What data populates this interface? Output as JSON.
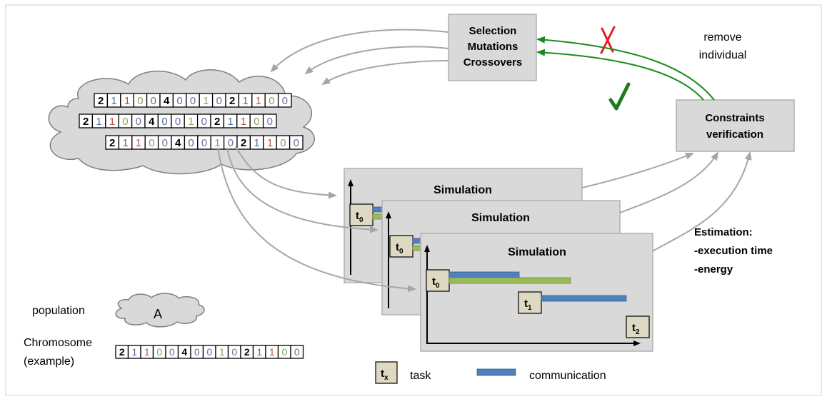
{
  "selection_box": {
    "lines": [
      "Selection",
      "Mutations",
      "Crossovers"
    ]
  },
  "constraints_box": {
    "lines": [
      "Constraints",
      "verification"
    ]
  },
  "remove_label": [
    "remove",
    "individual"
  ],
  "simulation_title": "Simulation",
  "estimation": [
    "Estimation:",
    "-execution time",
    "-energy"
  ],
  "tasks": {
    "t0": "0",
    "t1": "1",
    "t2": "2",
    "prefix": "t"
  },
  "chromosome_genes": [
    "2",
    "1",
    "1",
    "0",
    "0",
    "4",
    "0",
    "0",
    "1",
    "0",
    "2",
    "1",
    "1",
    "0",
    "0"
  ],
  "gene_colors": [
    "#000000",
    "#4e6fa8",
    "#c0504d",
    "#8aa05a",
    "#8064a2",
    "#000000",
    "#4e6fa8",
    "#8064a2",
    "#8aa05a",
    "#8064a2",
    "#000000",
    "#4e6fa8",
    "#c0504d",
    "#8aa05a",
    "#8064a2"
  ],
  "population_label": "population",
  "population_cloud_letter": "A",
  "chromosome_label": [
    "Chromosome",
    "(example)"
  ],
  "legend": {
    "task_symbol_sub": "x",
    "task_label": "task",
    "communication_label": "communication"
  },
  "colors": {
    "box_fill": "#d9d9d9",
    "box_stroke": "#b0b0b0",
    "comm_bar": "#4f81bd",
    "energy_bar": "#9bbb59",
    "check": "#1e7b1e",
    "cross": "#e02020",
    "arrow_gray": "#a6a6a6",
    "arrow_green": "#1e8a1e"
  }
}
